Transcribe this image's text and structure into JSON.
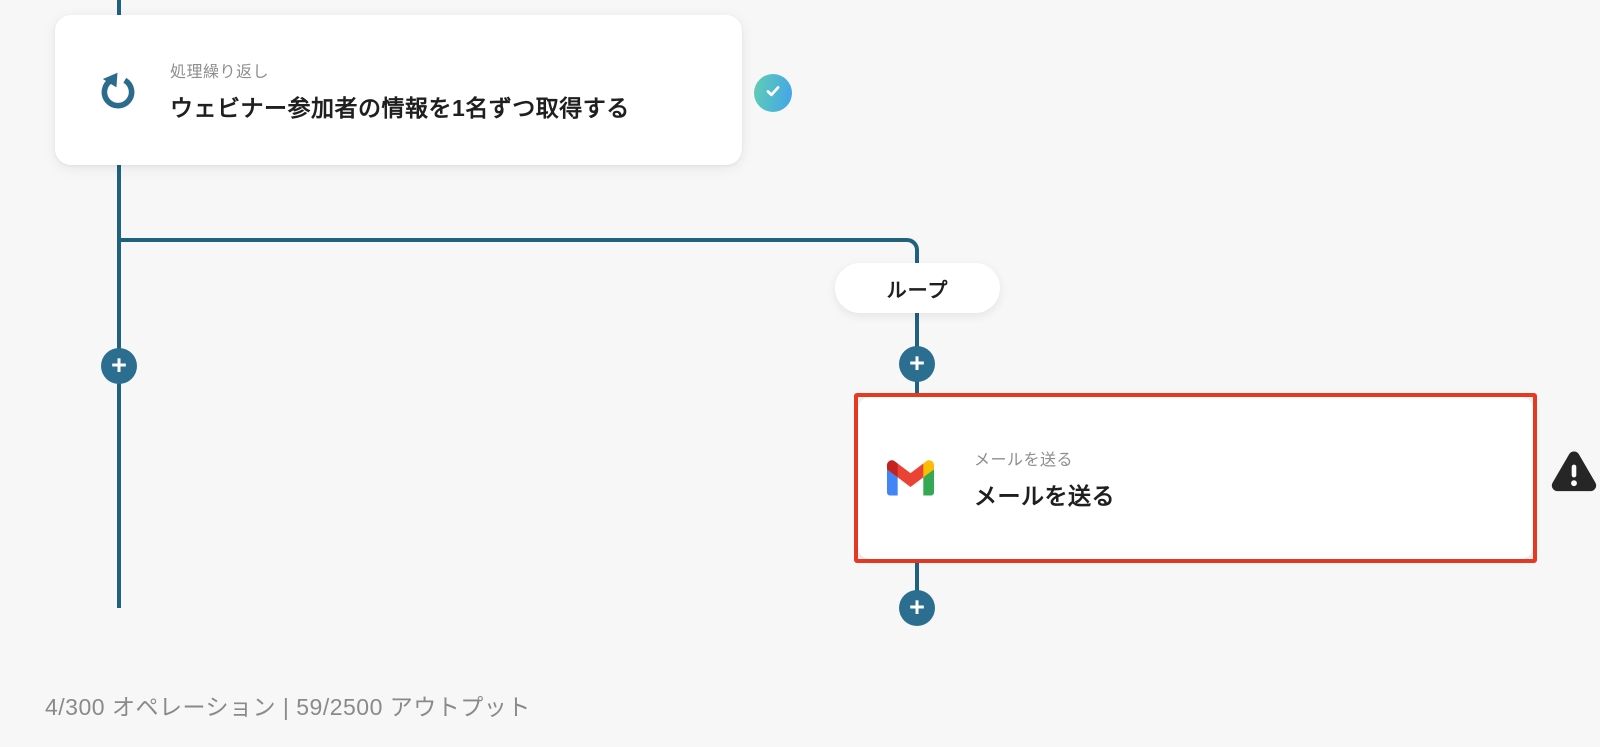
{
  "workflow": {
    "loop_node": {
      "type_label": "処理繰り返し",
      "title": "ウェビナー参加者の情報を1名ずつ取得する",
      "status": "success"
    },
    "loop_branch_label": "ループ",
    "gmail_node": {
      "type_label": "メールを送る",
      "title": "メールを送る",
      "status": "error"
    },
    "add_symbol": "+"
  },
  "footer": {
    "usage_text": "4/300 オペレーション | 59/2500 アウトプット"
  },
  "icons": {
    "loop_node_icon": "rotate-counterclockwise",
    "gmail_node_icon": "gmail-logo",
    "success_icon": "checkmark",
    "error_icon": "warning-triangle"
  },
  "colors": {
    "background": "#f7f7f8",
    "connector": "#1f617f",
    "add_button": "#2c6e90",
    "error_border": "#e83a23",
    "success_gradient_start": "#5fccb5",
    "success_gradient_end": "#43a6e8",
    "muted_text": "#8a8a8a",
    "title_text": "#1f1f1f"
  }
}
